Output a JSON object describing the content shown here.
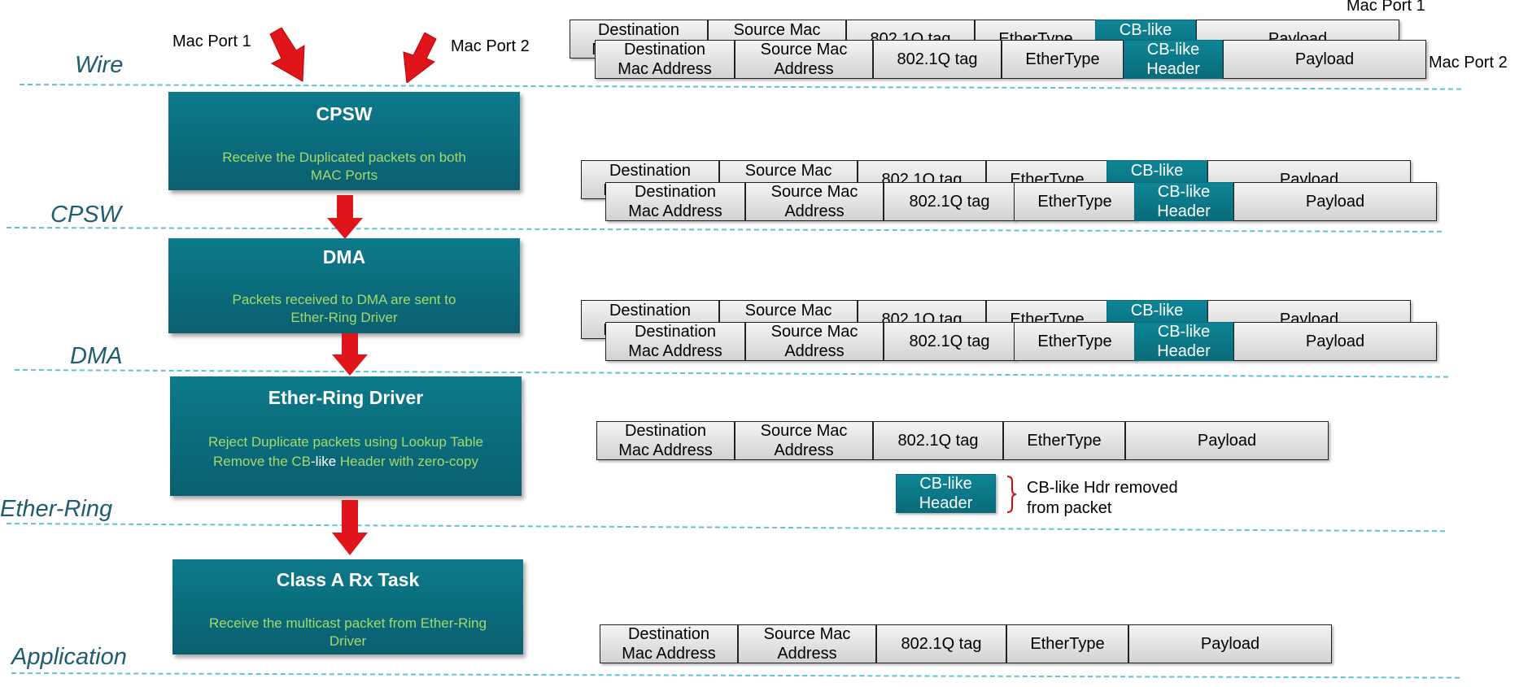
{
  "layers": {
    "wire": "Wire",
    "cpsw": "CPSW",
    "dma": "DMA",
    "ether_ring": "Ether-Ring",
    "application": "Application"
  },
  "ports": {
    "left_1": "Mac Port 1",
    "left_2": "Mac Port 2",
    "right_1": "Mac Port 1",
    "right_2": "Mac Port 2"
  },
  "blocks": {
    "cpsw": {
      "title": "CPSW",
      "desc1": "Receive the Duplicated packets on both",
      "desc2": "MAC Ports"
    },
    "dma": {
      "title": "DMA",
      "desc1": "Packets received to DMA are sent to",
      "desc2": "Ether-Ring Driver"
    },
    "ether_ring": {
      "title": "Ether-Ring Driver",
      "desc1": "Reject Duplicate packets using Lookup Table",
      "desc2_a": "Remove the CB",
      "desc2_b": "-like",
      "desc2_c": " Header with zero-copy"
    },
    "class_a": {
      "title": "Class A Rx Task",
      "desc1": "Receive the multicast packet from Ether-Ring",
      "desc2": "Driver"
    }
  },
  "fields": {
    "dest": [
      "Destination",
      "Mac Address"
    ],
    "src": [
      "Source Mac",
      "Address"
    ],
    "vlan": "802.1Q tag",
    "ethertype": "EtherType",
    "cb": [
      "CB-like",
      "Header"
    ],
    "payload": "Payload"
  },
  "removed": {
    "cb": [
      "CB-like",
      "Header"
    ],
    "note1": "CB-like Hdr removed",
    "note2": "from packet"
  },
  "colors": {
    "block": "#0a6a7b",
    "desc_text": "#a6d96a",
    "layer_text": "#1d5d6e",
    "dash": "#5cc3d1",
    "arrow": "#e0141b"
  }
}
